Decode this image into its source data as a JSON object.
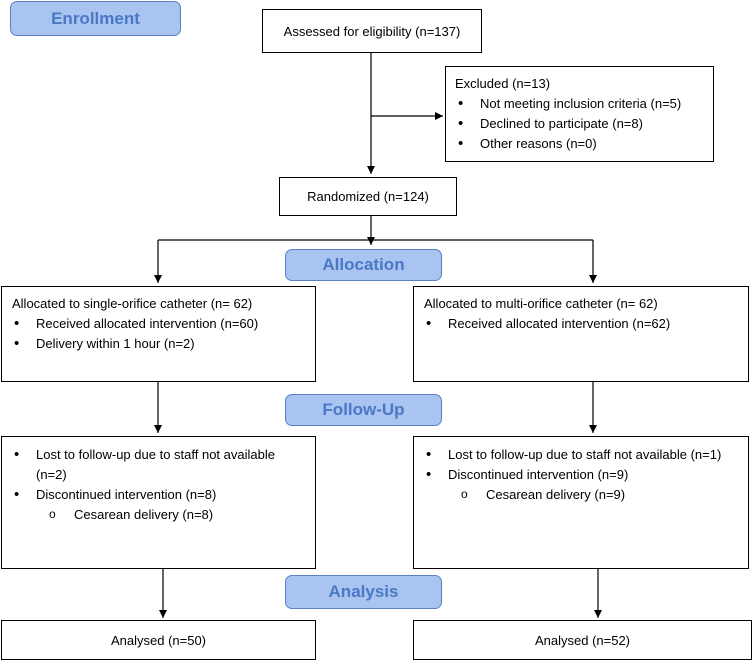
{
  "phases": {
    "enrollment": "Enrollment",
    "allocation": "Allocation",
    "follow_up": "Follow-Up",
    "analysis": "Analysis"
  },
  "assessed": "Assessed for eligibility (n=137)",
  "excluded": {
    "title": "Excluded (n=13)",
    "reasons": [
      "Not meeting inclusion criteria (n=5)",
      "Declined to participate (n=8)",
      "Other reasons (n=0)"
    ]
  },
  "randomized": "Randomized (n=124)",
  "left_arm": {
    "allocation_title": "Allocated to single-orifice catheter (n= 62)",
    "allocation_items": [
      "Received allocated intervention (n=60)",
      "Delivery within 1 hour (n=2)"
    ],
    "followup_lost": "Lost to follow-up due to staff not available (n=2)",
    "followup_discontinued": "Discontinued intervention (n=8)",
    "followup_sub": "Cesarean delivery (n=8)",
    "analysed": "Analysed (n=50)"
  },
  "right_arm": {
    "allocation_title": "Allocated to multi-orifice catheter (n= 62)",
    "allocation_items": [
      "Received allocated intervention (n=62)"
    ],
    "followup_lost": "Lost to follow-up due to staff not available (n=1)",
    "followup_discontinued": "Discontinued intervention (n=9)",
    "followup_sub": "Cesarean delivery (n=9)",
    "analysed": "Analysed (n=52)"
  },
  "colors": {
    "phase_fill": "#a9c4f1",
    "phase_text": "#4a78c4",
    "line": "#000000"
  }
}
